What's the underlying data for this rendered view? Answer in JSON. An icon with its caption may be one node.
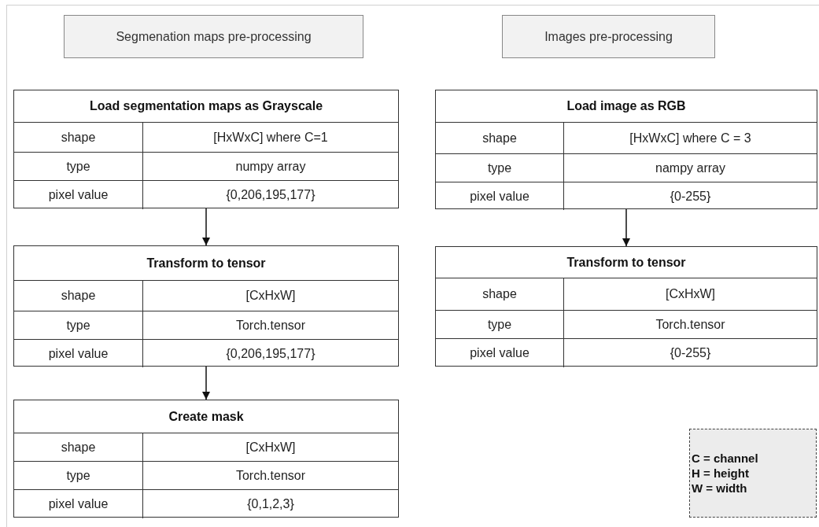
{
  "diagram": {
    "nodes": [
      {
        "text": [
          "Segmenation maps pre-processing"
        ]
      },
      {
        "text": [
          "Images pre-processing"
        ]
      },
      {
        "text": [
          "Load segmentation maps as Grayscale",
          "shape",
          "[HxWxC] where C=1",
          "type",
          "numpy array",
          "pixel value",
          "{0,206,195,177}"
        ]
      },
      {
        "text": [
          "Load image as RGB",
          "shape",
          "[HxWxC] where C = 3",
          "type",
          "nampy array",
          "pixel value",
          "{0-255}"
        ]
      },
      {
        "text": [
          "Transform to tensor",
          "shape",
          "[CxHxW]",
          "type",
          "Torch.tensor",
          "pixel value",
          "{0,206,195,177}"
        ]
      },
      {
        "text": [
          "Transform to tensor",
          "shape",
          "[CxHxW]",
          "type",
          "Torch.tensor",
          "pixel value",
          "{0-255}"
        ]
      },
      {
        "text": [
          "Create mask",
          "shape",
          "[CxHxW]",
          "type",
          "Torch.tensor",
          "pixel value",
          "{0,1,2,3}"
        ]
      },
      {
        "text": [
          "C = channel",
          "H = height",
          "W = width"
        ]
      }
    ],
    "edges": [
      {
        "from": 2,
        "to": 4,
        "arrow": "to"
      },
      {
        "from": 4,
        "to": 6,
        "arrow": "to"
      },
      {
        "from": 3,
        "to": 5,
        "arrow": "to"
      }
    ]
  }
}
